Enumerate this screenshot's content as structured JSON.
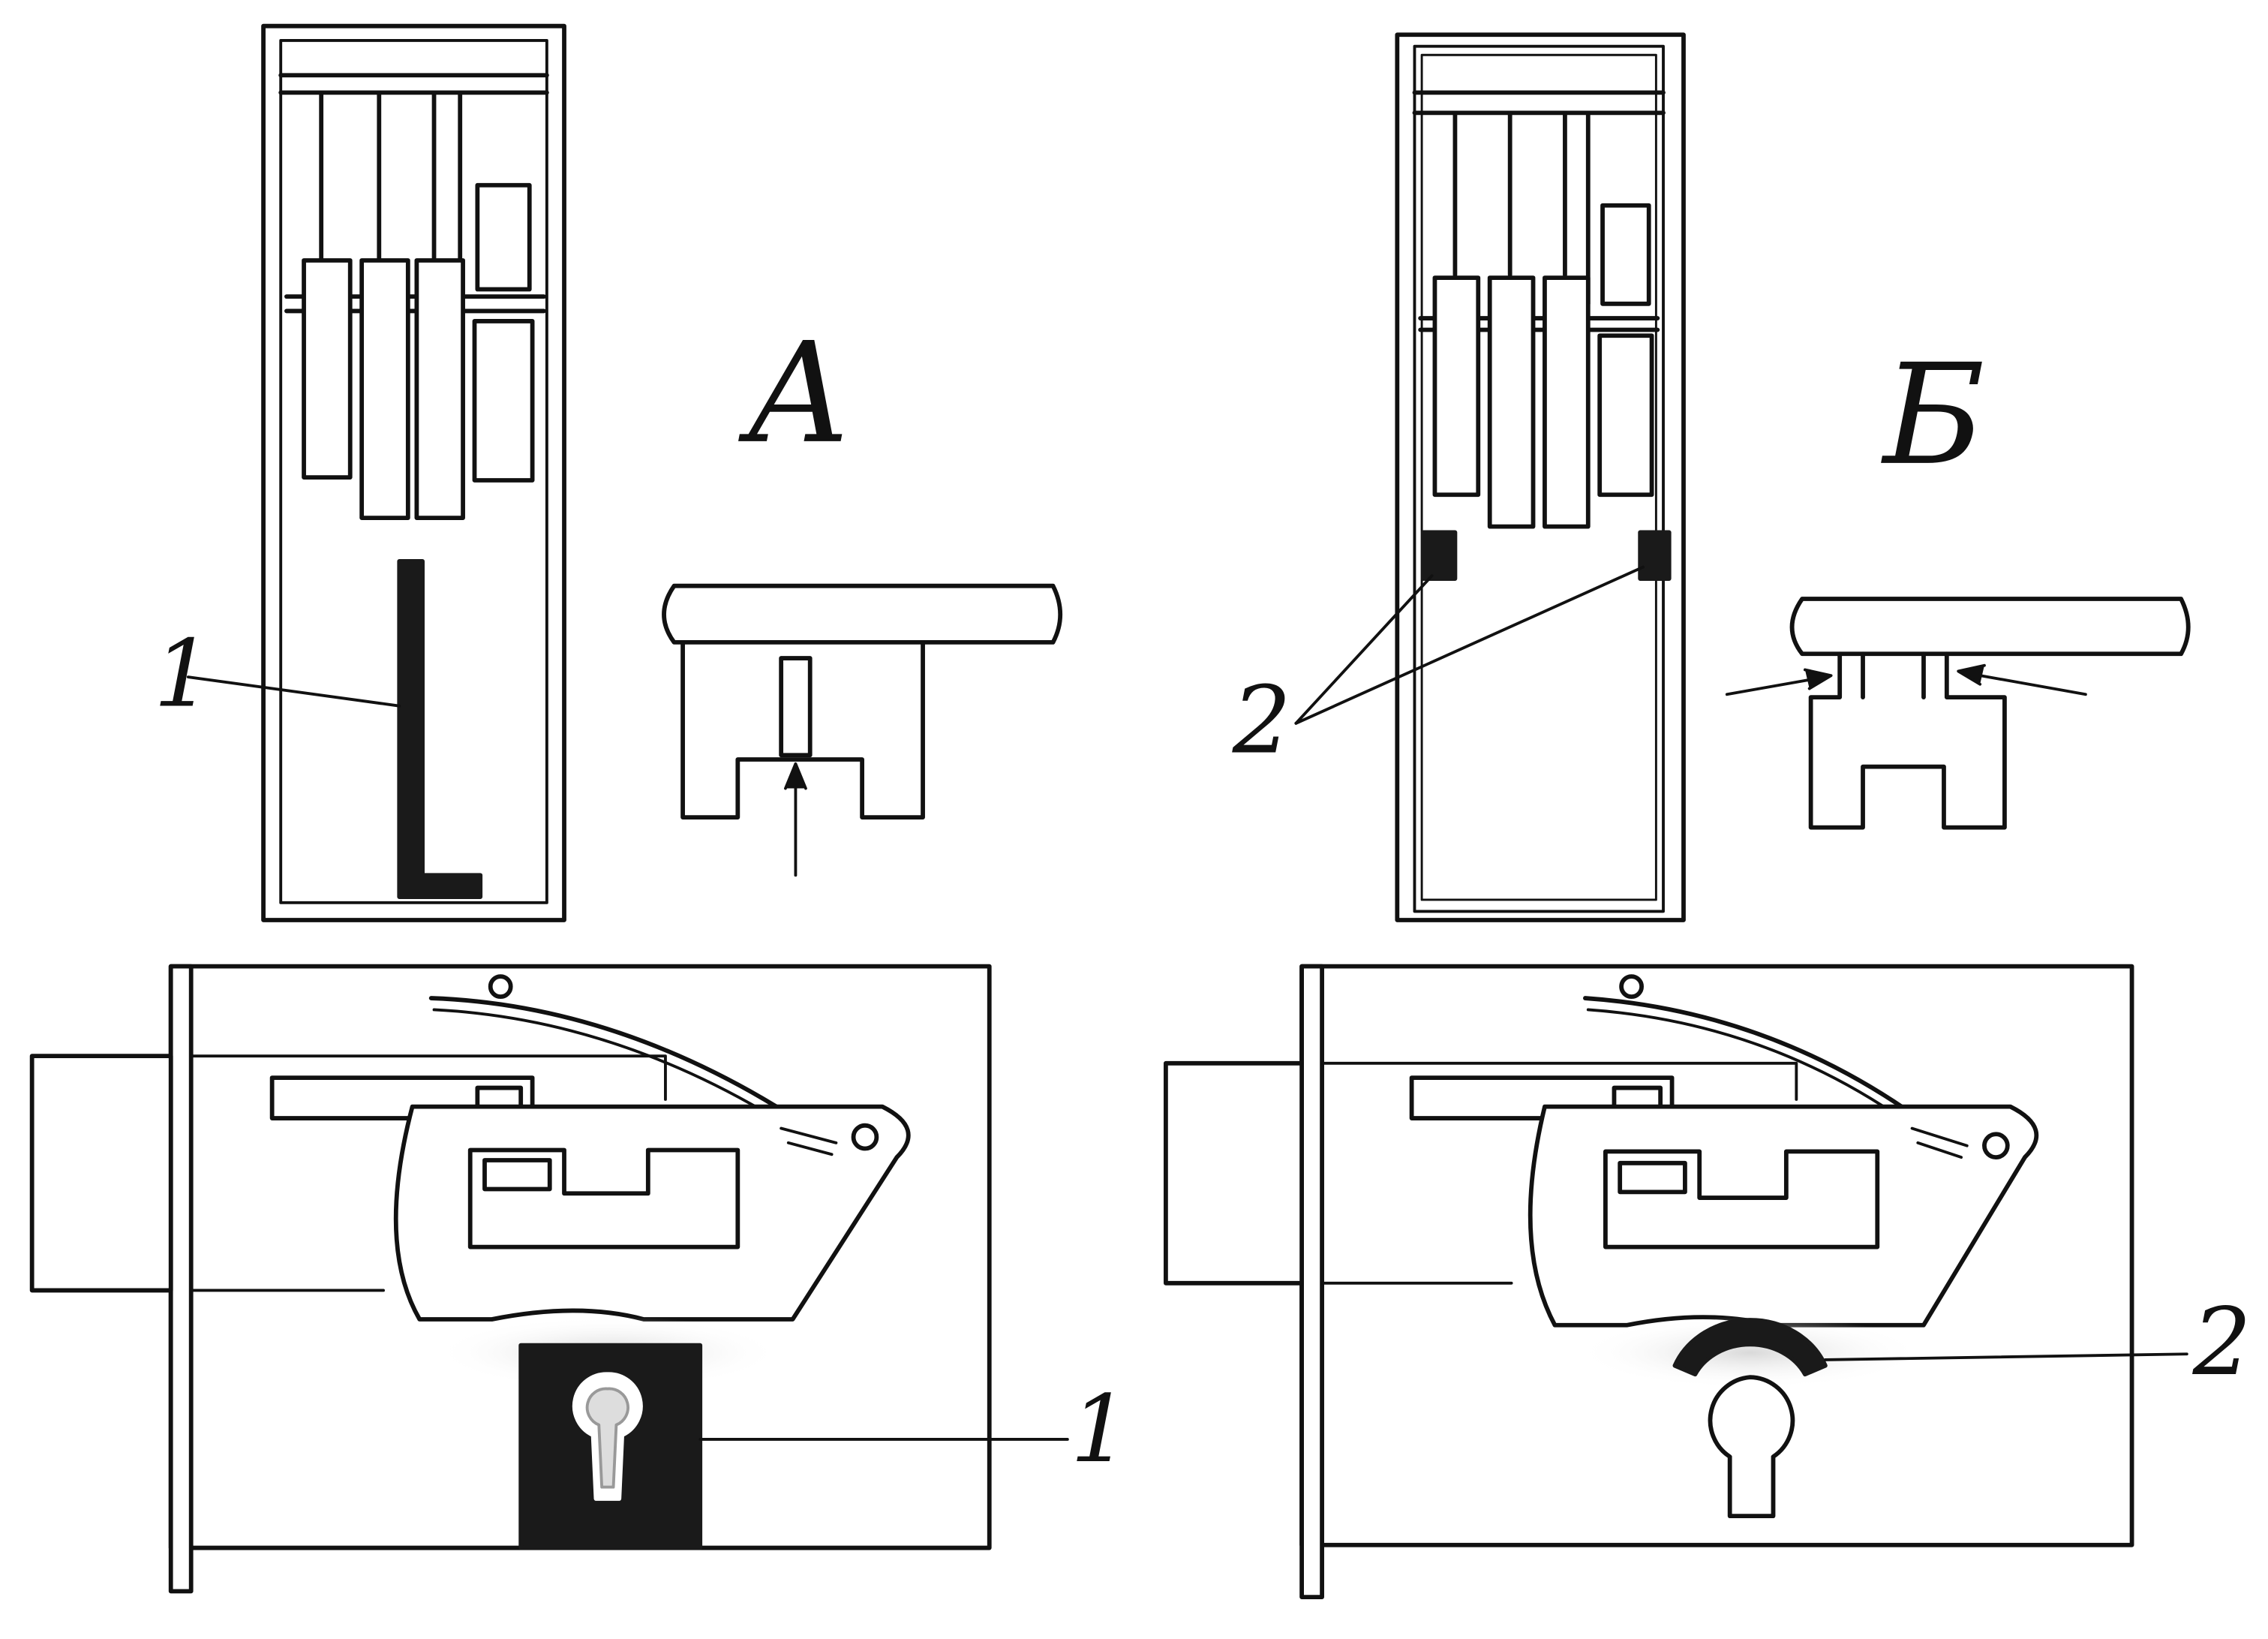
{
  "panels": {
    "left": {
      "letter": "А",
      "callout": "1"
    },
    "right": {
      "letter": "Б",
      "callout": "2"
    }
  },
  "colors": {
    "ink": "#111111",
    "paper": "#ffffff",
    "fill_dark": "#1a1a1a",
    "shade": "#e6e6e6"
  }
}
